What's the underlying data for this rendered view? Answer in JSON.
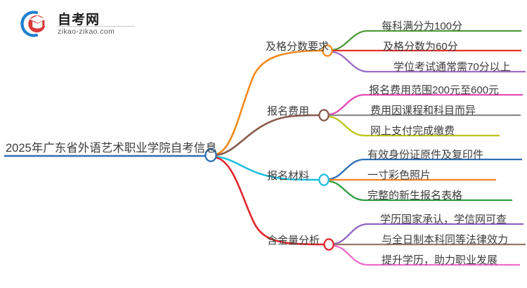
{
  "logo": {
    "name_cn": "自考网",
    "url": "zikao-zikao.com",
    "mark_icon": "graduation-cap-icon",
    "colors": {
      "ring": "#1f7fd0",
      "cap": "#d93a3a"
    }
  },
  "mindmap": {
    "root": {
      "label": "2025年广东省外语艺术职业学院自考信息",
      "color": "#2f6fb5",
      "node_icon": "mindmap-node-circle"
    },
    "branches": [
      {
        "label": "及格分数要求",
        "color": "#f08a1e",
        "node_icon": "mindmap-node-circle",
        "leaves": [
          {
            "label": "每科满分为100分",
            "color": "#4f9c3a"
          },
          {
            "label": "及格分数为60分",
            "color": "#e0332c"
          },
          {
            "label": "学位考试通常需70分以上",
            "color": "#9b6ec6"
          }
        ]
      },
      {
        "label": "报名费用",
        "color": "#8a5a4a",
        "node_icon": "mindmap-node-circle",
        "leaves": [
          {
            "label": "报名费用范围200元至600元",
            "color": "#e64bb4"
          },
          {
            "label": "费用因课程和科目而异",
            "color": "#8d8d8d"
          },
          {
            "label": "网上支付完成缴费",
            "color": "#bdc61b"
          }
        ]
      },
      {
        "label": "报名材料",
        "color": "#21c0dd",
        "node_icon": "mindmap-node-circle",
        "leaves": [
          {
            "label": "有效身份证原件及复印件",
            "color": "#2e6fba"
          },
          {
            "label": "一寸彩色照片",
            "color": "#f58220"
          },
          {
            "label": "完整的新生报名表格",
            "color": "#2f9e41"
          }
        ]
      },
      {
        "label": "含金量分析",
        "color": "#e2262b",
        "node_icon": "mindmap-node-circle",
        "leaves": [
          {
            "label": "学历国家承认，学信网可查",
            "color": "#8e63c4"
          },
          {
            "label": "与全日制本科同等法律效力",
            "color": "#9a7868"
          },
          {
            "label": "提升学历，助力职业发展",
            "color": "#f06ccb"
          }
        ]
      }
    ]
  }
}
